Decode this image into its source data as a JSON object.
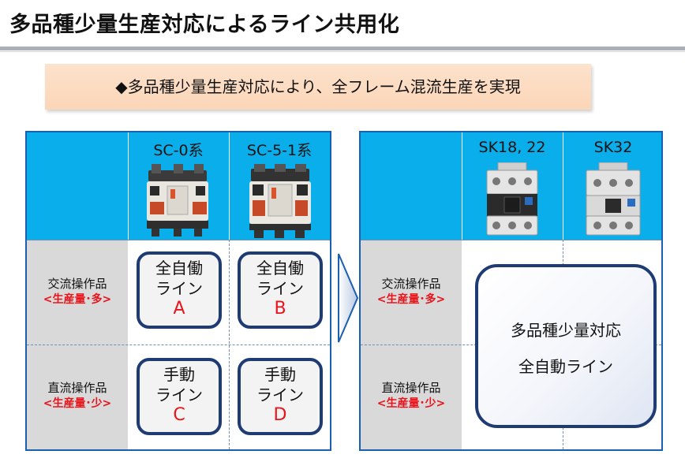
{
  "title": "多品種少量生産対応によるライン共用化",
  "banner": "◆多品種少量生産対応により、全フレーム混流生産を実現",
  "left_panel": {
    "columns": [
      "SC-0系",
      "SC-5-1系"
    ],
    "rows": [
      {
        "label": "交流操作品",
        "sub": "<生産量･多>"
      },
      {
        "label": "直流操作品",
        "sub": "<生産量･少>"
      }
    ],
    "cells": [
      {
        "line1": "全自働",
        "line2": "ライン",
        "letter": "A"
      },
      {
        "line1": "全自働",
        "line2": "ライン",
        "letter": "B"
      },
      {
        "line1": "手動",
        "line2": "ライン",
        "letter": "C"
      },
      {
        "line1": "手動",
        "line2": "ライン",
        "letter": "D"
      }
    ]
  },
  "right_panel": {
    "columns": [
      "SK18, 22",
      "SK32"
    ],
    "rows": [
      {
        "label": "交流操作品",
        "sub": "<生産量･多>"
      },
      {
        "label": "直流操作品",
        "sub": "<生産量･少>"
      }
    ],
    "merged": {
      "line1": "多品種少量対応",
      "line2": "全自動ライン"
    }
  },
  "colors": {
    "header": "#0aaeea",
    "border": "#1a5fb0",
    "box_border": "#1f3b73",
    "accent_red": "#e8141b",
    "row_label_bg": "#d9d9d9",
    "banner": "#fbd6b8"
  }
}
